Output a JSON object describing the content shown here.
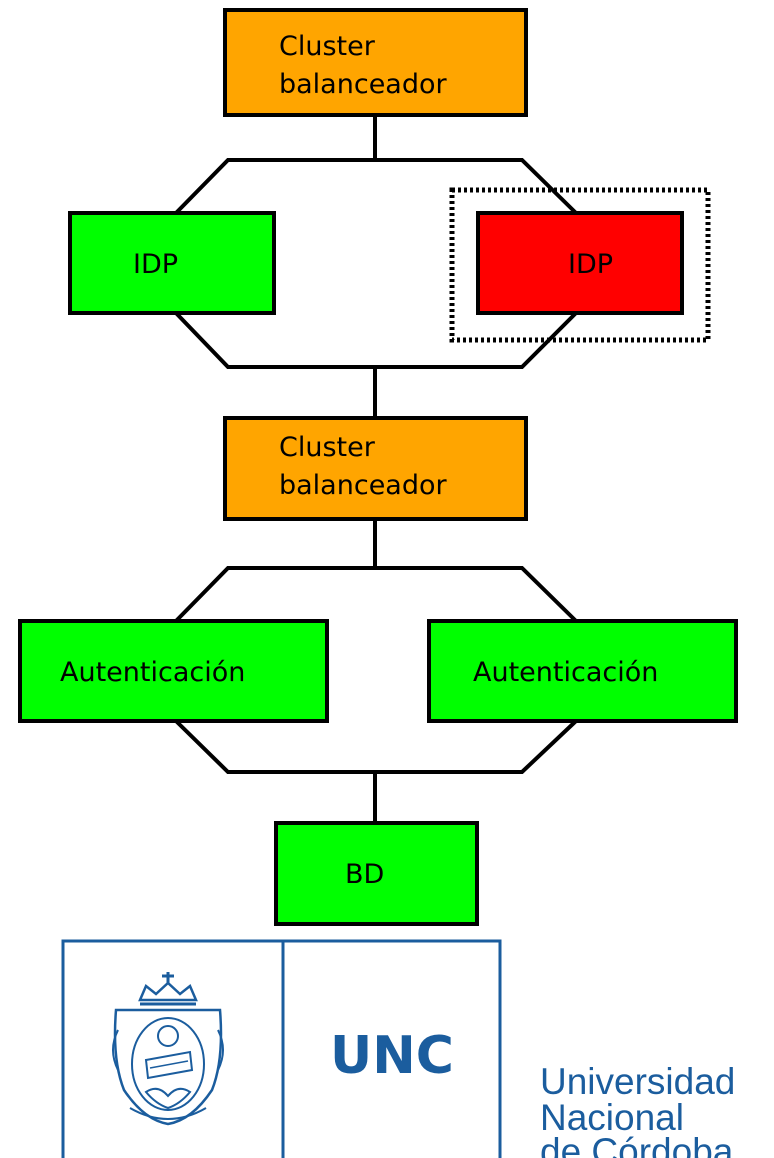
{
  "diagram": {
    "top_balancer": {
      "line1": "Cluster",
      "line2": "balanceador",
      "color": "#ffa500"
    },
    "idp_left": {
      "label": "IDP",
      "color": "#00ff00"
    },
    "idp_right": {
      "label": "IDP",
      "color": "#ff0000",
      "state": "highlighted with dotted frame"
    },
    "mid_balancer": {
      "line1": "Cluster",
      "line2": "balanceador",
      "color": "#ffa500"
    },
    "auth_left": {
      "label": "Autenticación",
      "color": "#00ff00"
    },
    "auth_right": {
      "label": "Autenticación",
      "color": "#00ff00"
    },
    "db": {
      "label": "BD",
      "color": "#00ff00"
    }
  },
  "logo": {
    "abbr": "UNC",
    "name_line1": "Universidad",
    "name_line2": "Nacional",
    "name_line3": "de Córdoba",
    "color": "#1b5d9e"
  }
}
